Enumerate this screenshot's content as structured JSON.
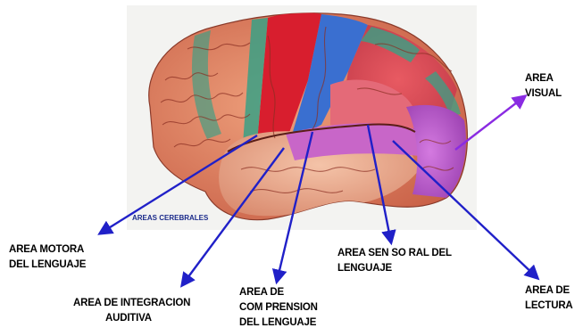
{
  "diagram": {
    "caption": "AREAS CEREBRALES",
    "labels": {
      "motora": [
        "AREA MOTORA",
        "DEL LENGUAJE"
      ],
      "integracion": [
        "AREA DE INTEGRACION",
        "AUDITIVA"
      ],
      "comprension": [
        "AREA DE",
        "COM PRENSION",
        "DEL LENGUAJE"
      ],
      "sensorial": [
        "AREA SEN SO RAL DEL",
        "LENGUAJE"
      ],
      "lectura": [
        "AREA DE",
        "LECTURA"
      ],
      "visual": [
        "AREA",
        "VISUAL"
      ]
    },
    "colors": {
      "arrow": "#2020c8",
      "visual_arrow": "#8a2be2",
      "frontal": "#d9795a",
      "motor_strip": "#d81e2e",
      "sensory_strip": "#3a6fd0",
      "parietal": "#d84a56",
      "temporal": "#e7a38a",
      "language": "#c866c8",
      "occipital": "#b65ac8",
      "border_green": "#3aa085"
    }
  }
}
